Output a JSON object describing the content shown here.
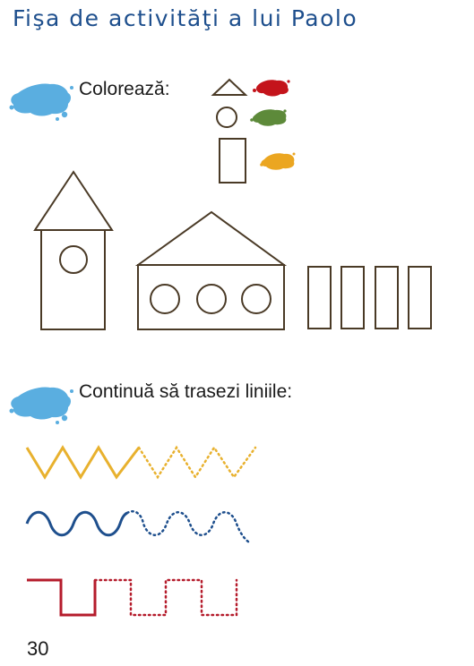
{
  "page": {
    "title": "Fişa de activităţi a lui Paolo",
    "page_number": "30"
  },
  "section_coloring": {
    "instruction": "Colorează:",
    "legend": [
      {
        "shape": "triangle",
        "color_name": "red",
        "color": "#c4141b"
      },
      {
        "shape": "circle",
        "color_name": "green",
        "color": "#5d8a3a"
      },
      {
        "shape": "rectangle",
        "color_name": "orange",
        "color": "#eba621"
      }
    ],
    "outline_color": "#4a3a26",
    "splash_color": "#5aaee0"
  },
  "section_tracing": {
    "instruction": "Continuă să trasezi liniile:",
    "lines": [
      {
        "pattern": "zigzag",
        "color": "#e8b12e"
      },
      {
        "pattern": "wave",
        "color": "#1e4f8d"
      },
      {
        "pattern": "square-wave",
        "color": "#b51c2c"
      }
    ]
  },
  "colors": {
    "title": "#1e4f8d",
    "text": "#1a1a1a"
  }
}
